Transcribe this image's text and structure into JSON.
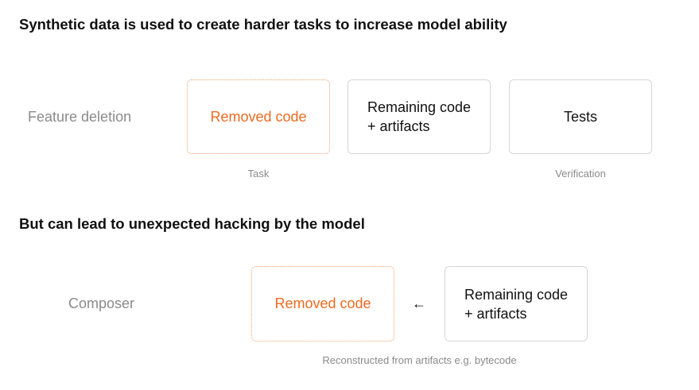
{
  "section1": {
    "heading": "Synthetic data is used to create harder tasks to increase model ability",
    "row_label": "Feature deletion",
    "removed_box": "Removed code",
    "remaining_box": [
      "Remaining code",
      "+ artifacts"
    ],
    "tests_box": "Tests",
    "task_caption": "Task",
    "verification_caption": "Verification"
  },
  "section2": {
    "heading": "But can lead to unexpected hacking by the model",
    "row_label": "Composer",
    "removed_box": "Removed code",
    "arrow": "←",
    "remaining_box": [
      "Remaining code",
      "+ artifacts"
    ],
    "caption": "Reconstructed from artifacts e.g. bytecode"
  },
  "colors": {
    "accent_orange": "#ec6a1f",
    "dotted_border": "#f0a070",
    "muted_text": "#8a8a8a",
    "box_border": "#d6d6d6"
  }
}
